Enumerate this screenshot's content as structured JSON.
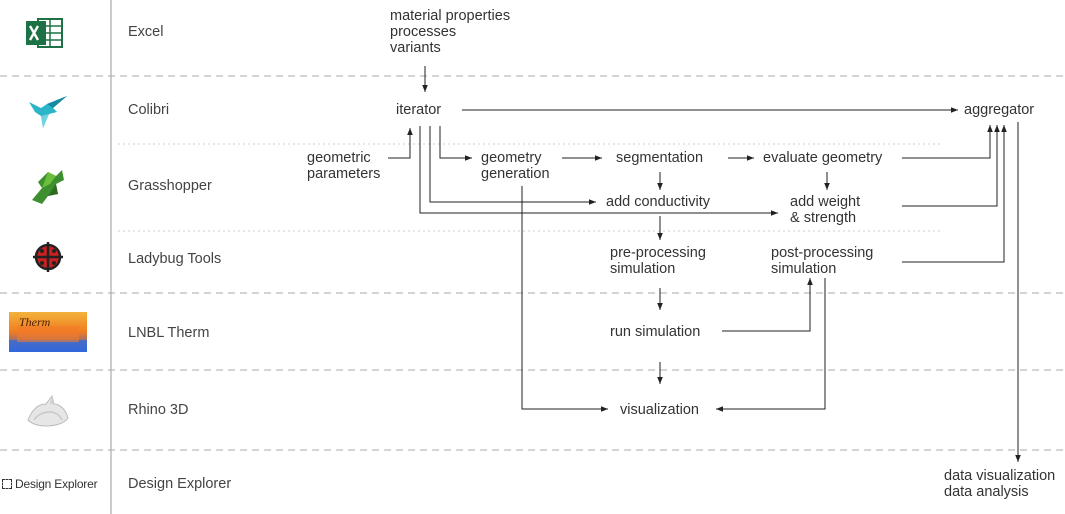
{
  "tools": {
    "excel": "Excel",
    "colibri": "Colibri",
    "grasshopper": "Grasshopper",
    "ladybug": "Ladybug Tools",
    "therm": "LNBL Therm",
    "rhino": "Rhino 3D",
    "design_explorer": "Design Explorer"
  },
  "logos": {
    "therm_wordmark": "Therm",
    "design_explorer_wordmark": "Design Explorer"
  },
  "nodes": {
    "inputs": [
      "material properties",
      "processes",
      "variants"
    ],
    "iterator": "iterator",
    "aggregator": "aggregator",
    "geometric_parameters": [
      "geometric",
      "parameters"
    ],
    "geometry_generation": [
      "geometry",
      "generation"
    ],
    "segmentation": "segmentation",
    "evaluate_geometry": "evaluate geometry",
    "add_conductivity": "add conductivity",
    "add_weight_strength": [
      "add weight",
      "& strength"
    ],
    "pre_processing": [
      "pre-processing",
      "simulation"
    ],
    "post_processing": [
      "post-processing",
      "simulation"
    ],
    "run_simulation": "run simulation",
    "visualization": "visualization",
    "outputs": [
      "data visualization",
      "data analysis"
    ]
  },
  "colors": {
    "excel": "#1e7145",
    "colibri": "#2bb5c9",
    "grasshopper": "#3e8f2f",
    "ladybug": "#cc1f1f",
    "line": "#222222",
    "dash": "#aaaaaa"
  }
}
